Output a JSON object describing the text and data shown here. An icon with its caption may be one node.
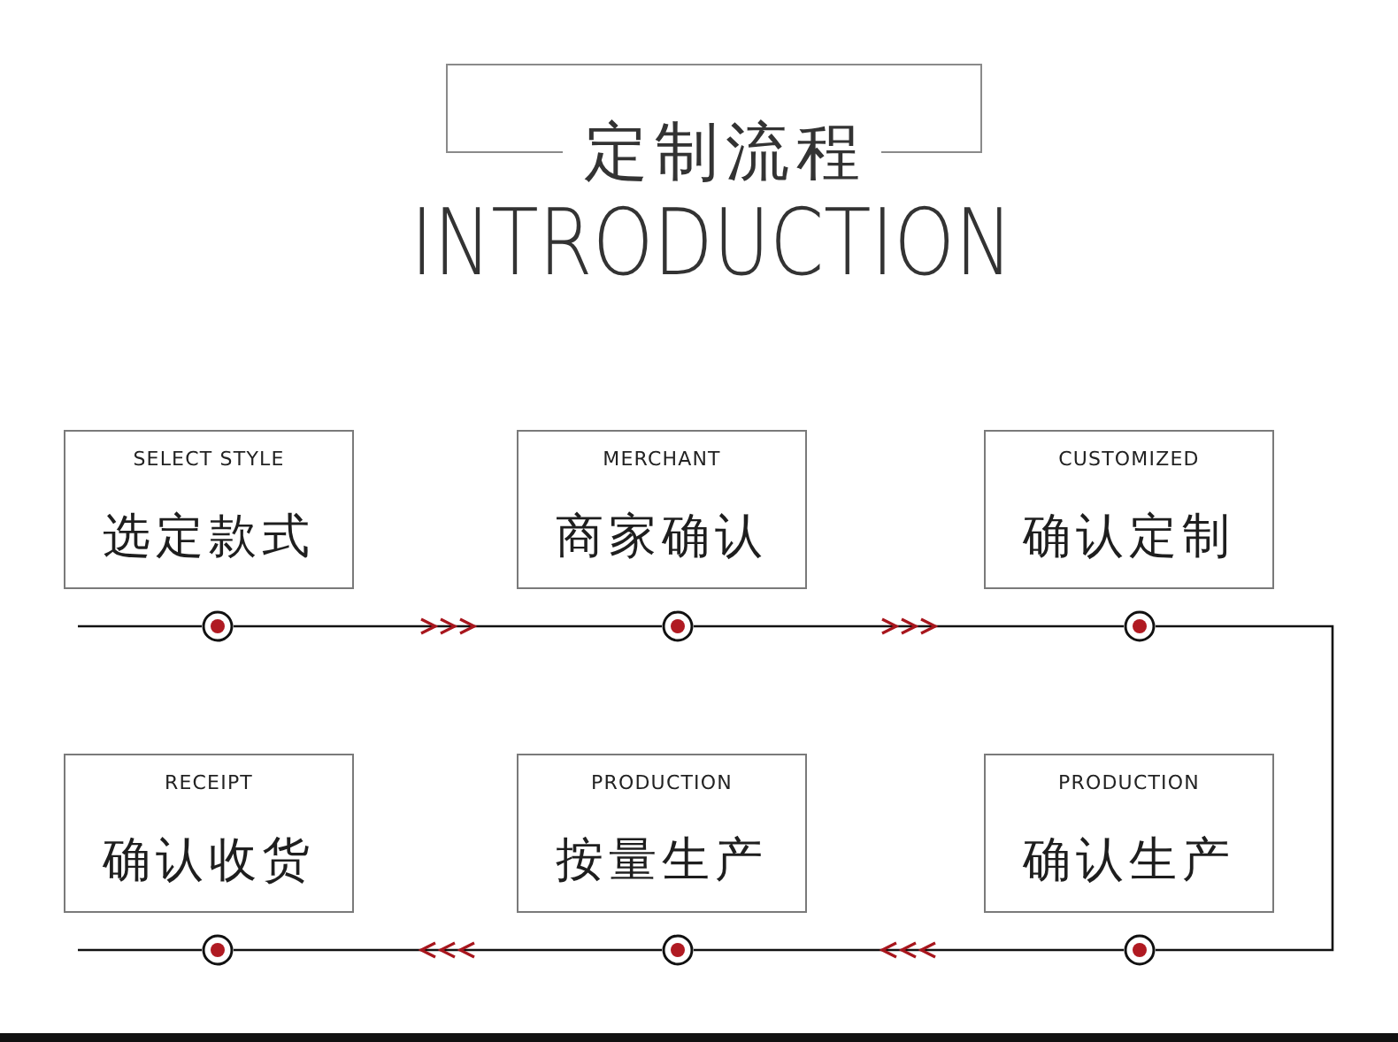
{
  "diagram": {
    "title": "定制流程",
    "nodes": [
      {
        "text": [
          "SELECT STYLE",
          "选定款式"
        ]
      },
      {
        "text": [
          "MERCHANT",
          "商家确认"
        ]
      },
      {
        "text": [
          "CUSTOMIZED",
          "确认定制"
        ]
      },
      {
        "text": [],
        "shape": "circle"
      },
      {
        "text": [],
        "shape": "circle"
      },
      {
        "text": [],
        "shape": "circle"
      },
      {
        "text": [
          "RECEIPT",
          "确认收货"
        ]
      },
      {
        "text": [
          "PRODUCTION",
          "按量生产"
        ]
      },
      {
        "text": [
          "PRODUCTION",
          "确认生产"
        ]
      },
      {
        "text": [],
        "shape": "circle"
      },
      {
        "text": [],
        "shape": "circle"
      },
      {
        "text": [],
        "shape": "circle"
      }
    ],
    "edges": [
      {
        "from": null,
        "to": 3,
        "arrow": "none"
      },
      {
        "from": 3,
        "to": 4,
        "arrow": "to"
      },
      {
        "from": 4,
        "to": 5,
        "arrow": "to"
      },
      {
        "from": 5,
        "to": 11,
        "arrow": "none"
      },
      {
        "from": 11,
        "to": 10,
        "arrow": "to"
      },
      {
        "from": 10,
        "to": 9,
        "arrow": "to"
      },
      {
        "from": 9,
        "to": null,
        "arrow": "none"
      }
    ],
    "labels": [
      "INTRODUCTION"
    ]
  }
}
